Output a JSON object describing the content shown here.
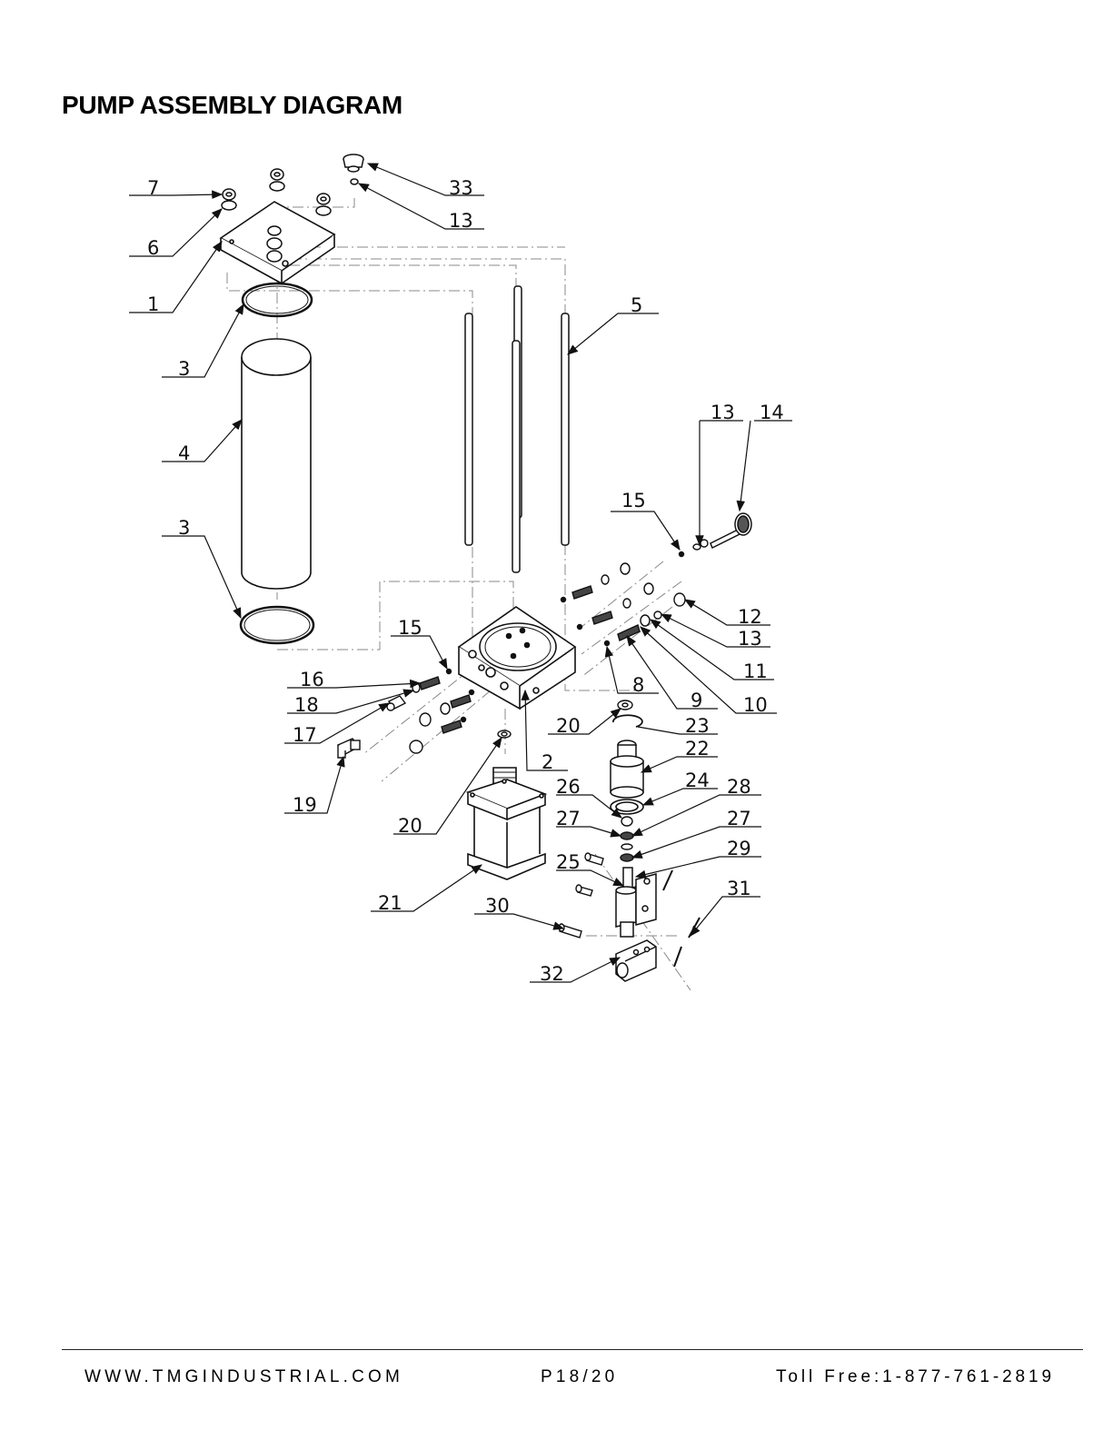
{
  "page": {
    "title": "PUMP ASSEMBLY DIAGRAM"
  },
  "diagram": {
    "callouts": [
      {
        "id": "c7",
        "label": "7"
      },
      {
        "id": "c6",
        "label": "6"
      },
      {
        "id": "c1",
        "label": "1"
      },
      {
        "id": "c3a",
        "label": "3"
      },
      {
        "id": "c4",
        "label": "4"
      },
      {
        "id": "c3b",
        "label": "3"
      },
      {
        "id": "c33",
        "label": "33"
      },
      {
        "id": "c13a",
        "label": "13"
      },
      {
        "id": "c5",
        "label": "5"
      },
      {
        "id": "c13b",
        "label": "13"
      },
      {
        "id": "c14",
        "label": "14"
      },
      {
        "id": "c15a",
        "label": "15"
      },
      {
        "id": "c12",
        "label": "12"
      },
      {
        "id": "c13c",
        "label": "13"
      },
      {
        "id": "c11",
        "label": "11"
      },
      {
        "id": "c10",
        "label": "10"
      },
      {
        "id": "c9",
        "label": "9"
      },
      {
        "id": "c8",
        "label": "8"
      },
      {
        "id": "c15b",
        "label": "15"
      },
      {
        "id": "c16",
        "label": "16"
      },
      {
        "id": "c18",
        "label": "18"
      },
      {
        "id": "c17",
        "label": "17"
      },
      {
        "id": "c19",
        "label": "19"
      },
      {
        "id": "c2",
        "label": "2"
      },
      {
        "id": "c20a",
        "label": "20"
      },
      {
        "id": "c23",
        "label": "23"
      },
      {
        "id": "c22",
        "label": "22"
      },
      {
        "id": "c24",
        "label": "24"
      },
      {
        "id": "c26",
        "label": "26"
      },
      {
        "id": "c28",
        "label": "28"
      },
      {
        "id": "c27a",
        "label": "27"
      },
      {
        "id": "c27b",
        "label": "27"
      },
      {
        "id": "c29",
        "label": "29"
      },
      {
        "id": "c25",
        "label": "25"
      },
      {
        "id": "c20b",
        "label": "20"
      },
      {
        "id": "c21",
        "label": "21"
      },
      {
        "id": "c30",
        "label": "30"
      },
      {
        "id": "c31",
        "label": "31"
      },
      {
        "id": "c32",
        "label": "32"
      }
    ]
  },
  "footer": {
    "url": "WWW.TMGINDUSTRIAL.COM",
    "page_number": "P18/20",
    "toll_free": "Toll Free:1-877-761-2819"
  }
}
